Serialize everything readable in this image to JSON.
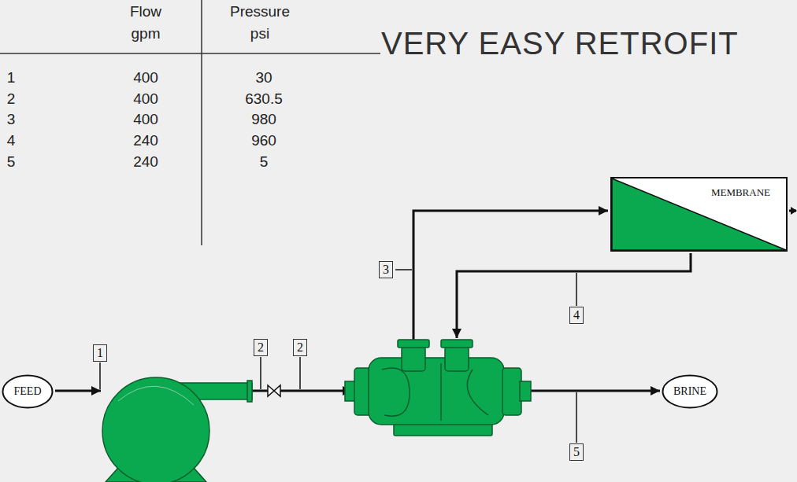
{
  "diagram": {
    "title": "VERY EASY RETROFIT",
    "nodes": [
      {
        "text": [
          "MEMBRANE"
        ]
      },
      {
        "text": [
          "FEED"
        ]
      },
      {
        "text": [
          "BRINE"
        ]
      }
    ],
    "labels": [
      "Flow",
      "gpm",
      "Pressure",
      "psi",
      "1",
      "400",
      "30",
      "2",
      "400",
      "630.5",
      "3",
      "400",
      "980",
      "4",
      "240",
      "960",
      "5",
      "240",
      "5",
      "1",
      "2",
      "2",
      "3",
      "4",
      "5"
    ]
  }
}
